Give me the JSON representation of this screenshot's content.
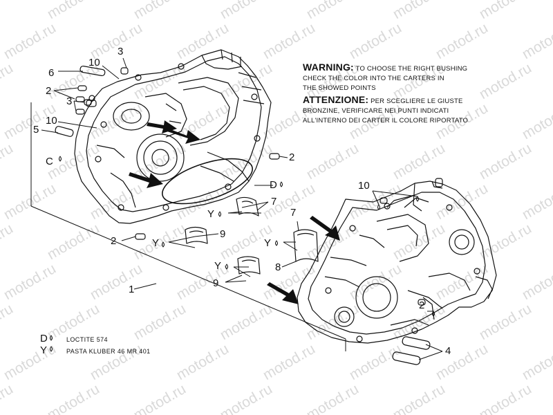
{
  "watermark": "motod.ru",
  "warning": {
    "heading": "WARNING:",
    "text_1": "TO CHOOSE THE RIGHT BUSHING",
    "text_2": "CHECK THE COLOR INTO THE CARTERS IN",
    "text_3": "THE SHOWED POINTS"
  },
  "attenzione": {
    "heading": "ATTENZIONE:",
    "text_1": "PER SCEGLIERE LE GIUSTE",
    "text_2": "BRONZINE, VERIFICARE NEI PUNTI INDICATI",
    "text_3": "ALL'INTERNO DEI CARTER IL COLORE RIPORTATO"
  },
  "legend": [
    {
      "symbol": "D",
      "text": "LOCTITE 574"
    },
    {
      "symbol": "Y",
      "text": "PASTA KLUBER 46 MR 401"
    }
  ],
  "callouts": {
    "n3_top": "3",
    "n6": "6",
    "n10_a": "10",
    "n2_left": "2",
    "n3_mid": "3",
    "n10_b": "10",
    "n5": "5",
    "n2_right": "2",
    "n10_c": "10",
    "n7_a": "7",
    "n7_b": "7",
    "n2_bottom": "2",
    "n9_a": "9",
    "n8": "8",
    "n9_b": "9",
    "n1": "1",
    "n2_rh": "2",
    "n4": "4"
  },
  "letters": {
    "c": "C",
    "d": "D",
    "y1": "Y",
    "y2": "Y",
    "y3": "Y",
    "y4": "Y"
  }
}
